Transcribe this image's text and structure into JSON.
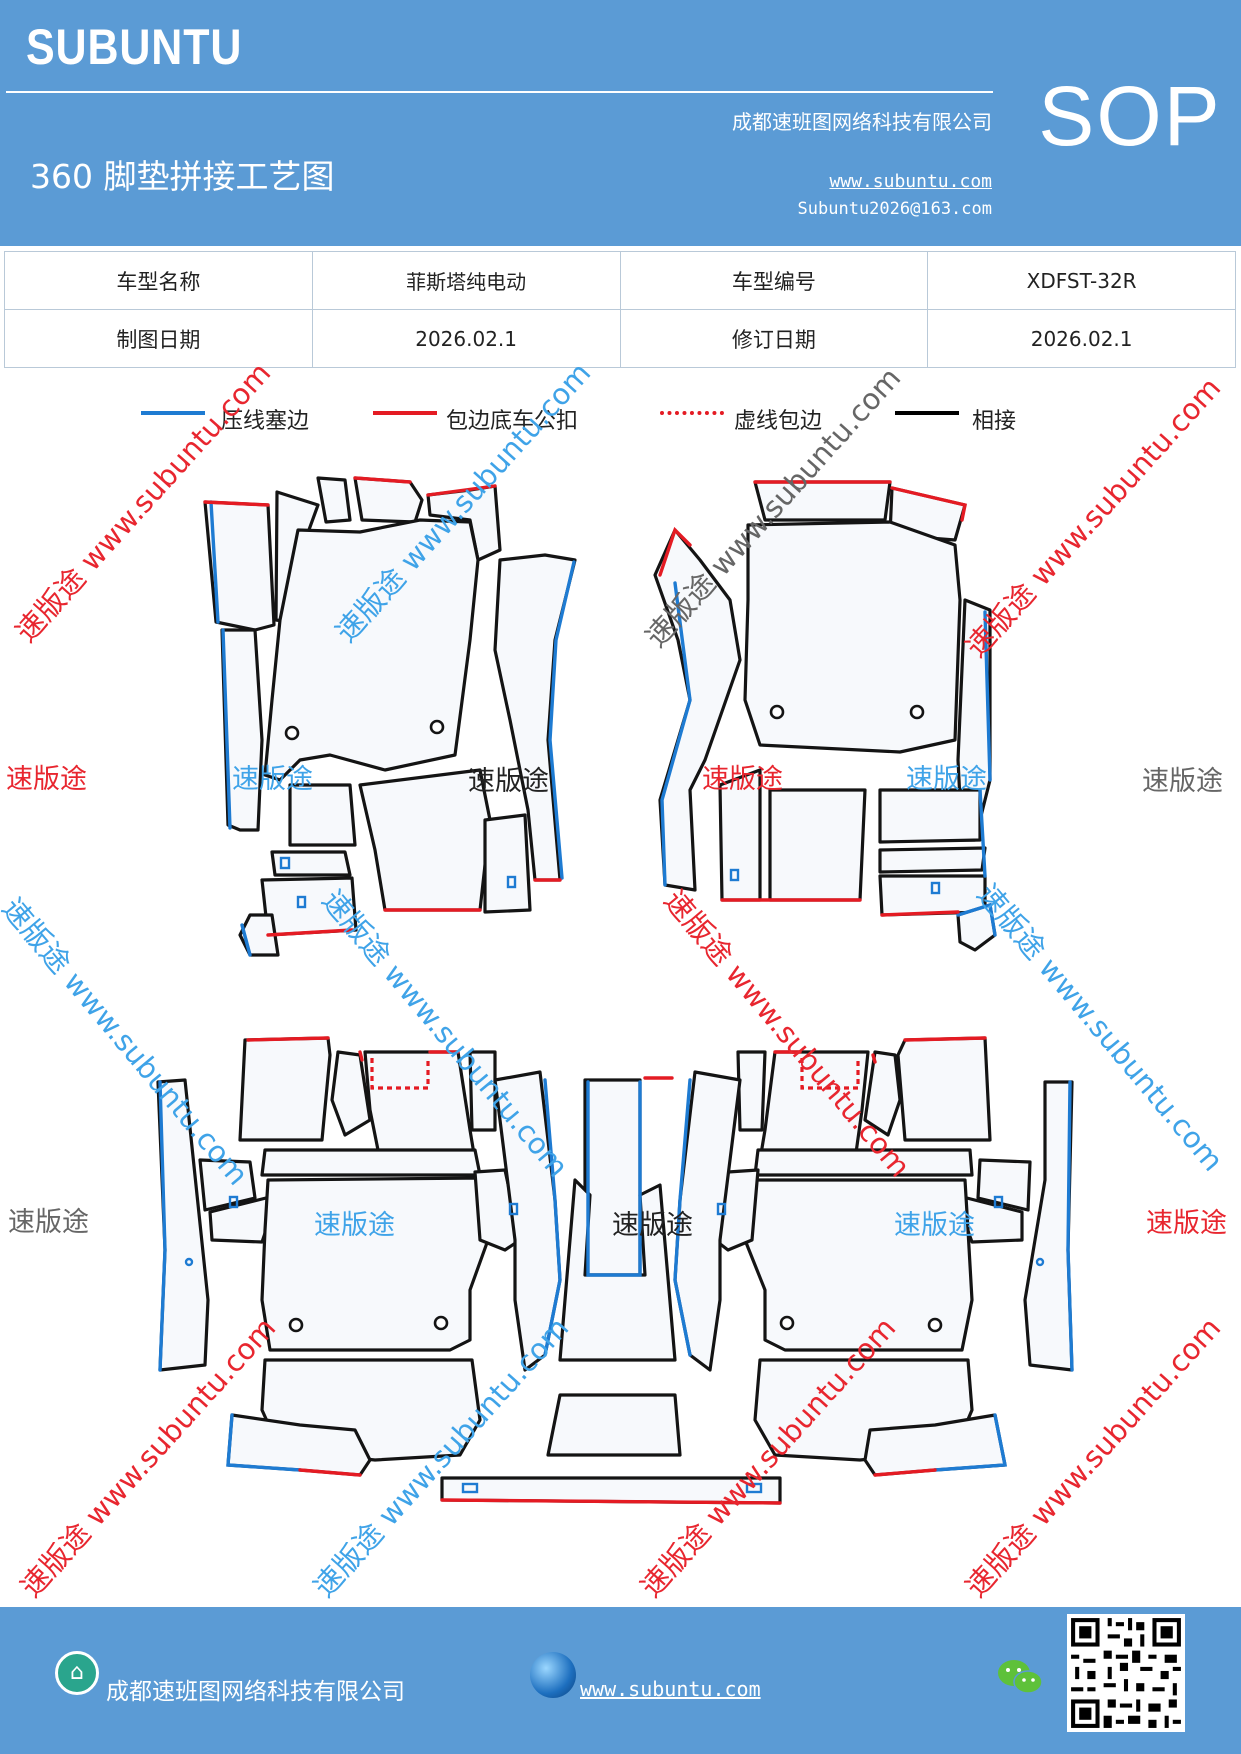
{
  "header": {
    "brand": "SUBUNTU",
    "company": "成都速班图网络科技有限公司",
    "website": "www.subuntu.com",
    "email": "Subuntu2026@163.com",
    "title": "360 脚垫拼接工艺图",
    "badge": "SOP"
  },
  "info_table": {
    "rows": [
      [
        "车型名称",
        "菲斯塔纯电动",
        "车型编号",
        "XDFST-32R"
      ],
      [
        "制图日期",
        "2026.02.1",
        "修订日期",
        "2026.02.1"
      ]
    ]
  },
  "legend": [
    {
      "label": "压线塞边",
      "style": "solid",
      "color": "#1e7bd2"
    },
    {
      "label": "包边底车公扣",
      "style": "solid",
      "color": "#e41b23"
    },
    {
      "label": "虚线包边",
      "style": "dashed",
      "color": "#e41b23"
    },
    {
      "label": "相接",
      "style": "solid",
      "color": "#000000"
    }
  ],
  "watermark": {
    "short": "速版途",
    "long": "速版途 www.subuntu.com"
  },
  "footer": {
    "company": "成都速班图网络科技有限公司",
    "website": "www.subuntu.com"
  },
  "icons": [
    "home-icon",
    "globe-icon",
    "wechat-icon",
    "qr-code"
  ]
}
